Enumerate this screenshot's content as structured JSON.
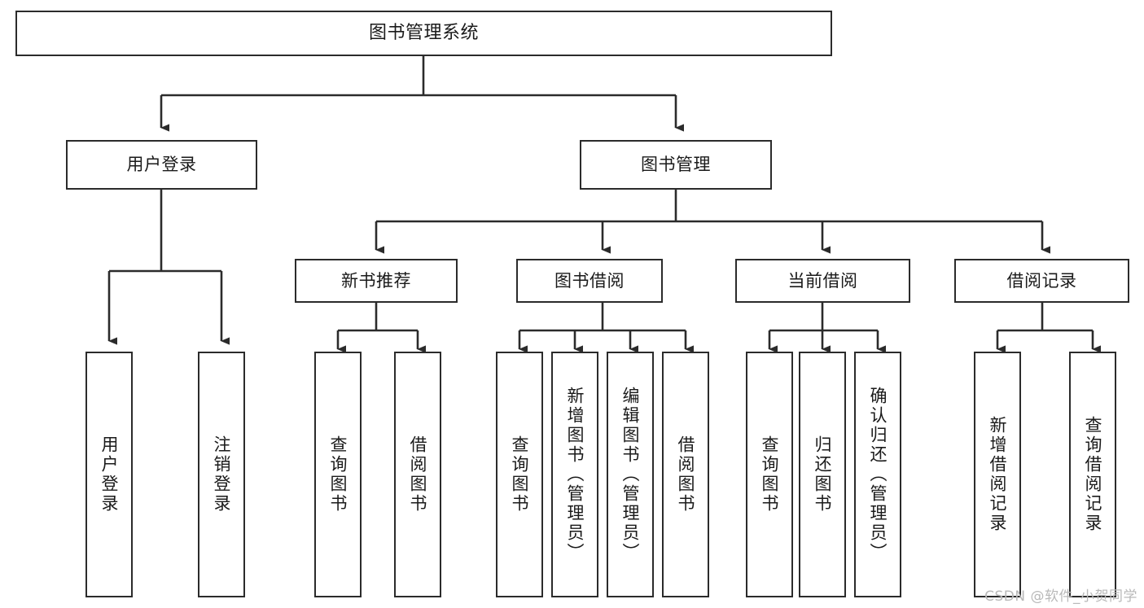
{
  "diagram": {
    "type": "tree",
    "title": "图书管理系统",
    "orientation": "top-down",
    "theme": {
      "background": "#ffffff",
      "node_fill": "#ffffff",
      "node_stroke": "#2b2b2b",
      "text_color": "#1a1a1a",
      "connector_color": "#2b2b2b",
      "watermark_color": "#b9b9b9"
    },
    "root": {
      "label": "图书管理系统"
    },
    "level2": [
      {
        "label": "用户登录"
      },
      {
        "label": "图书管理"
      }
    ],
    "level3": [
      {
        "label": "新书推荐"
      },
      {
        "label": "图书借阅"
      },
      {
        "label": "当前借阅"
      },
      {
        "label": "借阅记录"
      }
    ],
    "leaves": {
      "user_login": [
        {
          "label": "用户登录"
        },
        {
          "label": "注销登录"
        }
      ],
      "new_book": [
        {
          "label": "查询图书"
        },
        {
          "label": "借阅图书"
        }
      ],
      "book_borrow": [
        {
          "label": "查询图书"
        },
        {
          "label": "新增图书（管理员）"
        },
        {
          "label": "编辑图书（管理员）"
        },
        {
          "label": "借阅图书"
        }
      ],
      "current_borrow": [
        {
          "label": "查询图书"
        },
        {
          "label": "归还图书"
        },
        {
          "label": "确认归还（管理员）"
        }
      ],
      "borrow_record": [
        {
          "label": "新增借阅记录"
        },
        {
          "label": "查询借阅记录"
        }
      ]
    }
  },
  "watermark": {
    "text": "CSDN @软件_小贺同学"
  }
}
